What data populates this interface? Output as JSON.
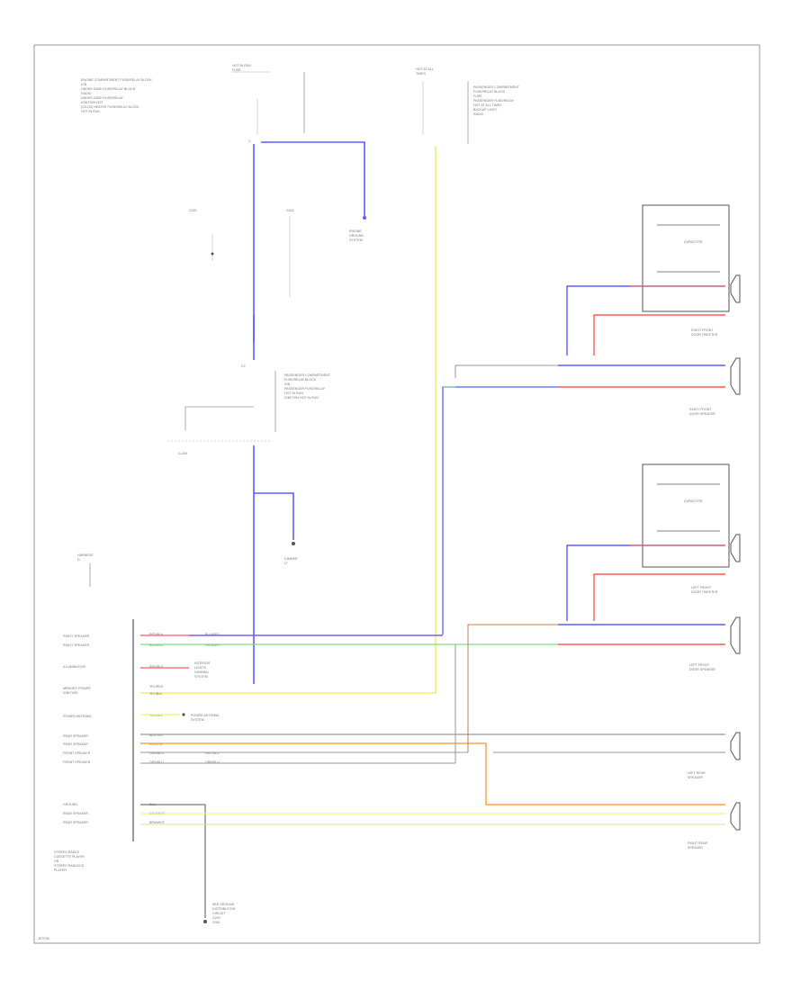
{
  "diagram": {
    "page_code": "JK7P36",
    "colors": {
      "blue": "#5c5cff",
      "yellow": "#f2f06a",
      "red": "#ff5a5a",
      "green": "#7adf7a",
      "orange": "#ffa24a",
      "gray": "#9a9a9a",
      "wire_black": "#555555"
    },
    "labels": {
      "top_fuse_block": "HOT IN RUN\nFUSE",
      "top_left_list": "ENGINE COMPARTMENT FUSE/RELAY BLOCK\nIGN\nUNDER-DASH FUSE/RELAY BLOCK\nRADIO\nUNDER-DASH FUSE/RELAY\nIGNITION HOT\n(G3-G5) HEATER FUSE/RELAY BLOCK\nHOT IN RUN",
      "top_right_list": "PASSENGER COMPARTMENT\nFUSE/RELAY BLOCK\nFUSE\nPASSENGER FUSE/RELAY\nHOT AT ALL TIMES\nBACKUP LIGHT\nRADIO",
      "top_right_fuse": "HOT AT ALL\nTIMES",
      "engine_ground": "ENGINE\nGROUND\nSYSTEM",
      "mid_list": "PASSENGER COMPARTMENT\nFUSE/RELAY BLOCK\nIGN\nPASSENGER FUSE/RELAY\nHOT IN RUN\nIGNITION HOT IN RUN",
      "ground_label": "G-200",
      "dimmer": "DIMMER\nLT",
      "right_front_tweeter": "RIGHT FRONT\nDOOR TWEETER",
      "right_front_speaker": "RIGHT FRONT\nDOOR SPEAKER",
      "left_front_tweeter": "LEFT FRONT\nDOOR TWEETER",
      "left_front_speaker": "LEFT FRONT\nDOOR SPEAKER",
      "capacitor_1": "CAPACITOR",
      "capacitor_2": "CAPACITOR",
      "left_rear_speaker": "LEFT REAR\nSPEAKER",
      "right_rear_speaker": "RIGHT REAR\nSPEAKER",
      "radio_unit": "STEREO RADIO/\nCASSETTE PLAYER\nOR\nSTEREO RADIO/CD\nPLAYER",
      "illumination_target": "INTERIOR\nLIGHTS\nDIMMING\nSYSTEM",
      "power_antenna_target": "POWER ANTENNA\nSYSTEM",
      "bottom_ground": "SEE GROUND\nDISTRIBUTION\nCIRCUIT\nG200\nG401",
      "harness": "HARNESS\nG"
    },
    "radio_pins": [
      {
        "label": "RIGHT SPEAKER",
        "wire": "RED/BLK",
        "wire2": "BLU/RED"
      },
      {
        "label": "RIGHT SPEAKER",
        "wire": "BLU/RED",
        "wire2": "GRN/WHT"
      },
      {
        "label": "ILLUMINATION",
        "wire": "RED/BLK"
      },
      {
        "label": "MEMORY POWER\nIGNITION",
        "wire": "YEL/RED",
        "wire2": "YEL/BLK"
      },
      {
        "label": "POWER ANTENNA",
        "wire": "YEL/WHT"
      },
      {
        "label": "REAR SPEAKER",
        "wire": "BLU/YEL"
      },
      {
        "label": "REAR SPEAKER",
        "wire": "RED/YEL"
      },
      {
        "label": "FRONT SPEAKER",
        "wire": "ORN/BLU",
        "wire2": "GRY/BLU"
      },
      {
        "label": "FRONT SPEAKER",
        "wire": "GRY/BLU",
        "wire2": "ORN/BLU"
      },
      {
        "label": "GROUND",
        "wire": "BLK"
      },
      {
        "label": "REAR SPEAKER",
        "wire": "GRY/WHT"
      },
      {
        "label": "REAR SPEAKER",
        "wire": "BRN/WHT"
      }
    ]
  }
}
